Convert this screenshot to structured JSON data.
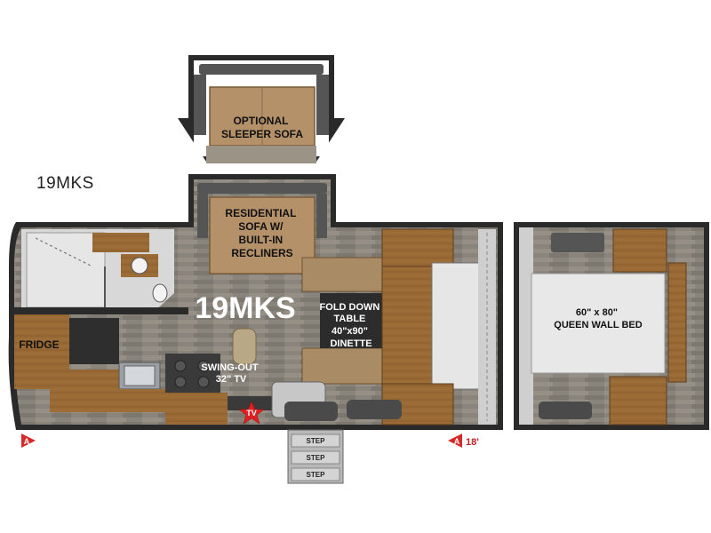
{
  "model_caption": "19MKS",
  "plan_labels": {
    "optional_sofa": [
      "OPTIONAL",
      "SLEEPER SOFA"
    ],
    "residential_sofa": [
      "RESIDENTIAL",
      "SOFA W/",
      "BUILT-IN",
      "RECLINERS"
    ],
    "model_big": "19MKS",
    "fold_down_table": [
      "FOLD DOWN",
      "TABLE",
      "40\"x90\"",
      "DINETTE"
    ],
    "fridge": "FRIDGE",
    "swing_out_tv": [
      "SWING-OUT",
      "32\" TV"
    ],
    "tv_marker": "TV",
    "queen_bed": [
      "60\" x 80\"",
      "QUEEN WALL BED"
    ],
    "step_labels": [
      "STEP",
      "STEP",
      "STEP"
    ],
    "section_marker_left": "A",
    "section_marker_right": "A",
    "length_label": "18'"
  },
  "colors": {
    "wall": "#1e1e1e",
    "wood": "#9a6a35",
    "wood_dark": "#6e4a22",
    "floor": "#8a857c",
    "cushion": "#b59a76",
    "bed_white": "#e8e8e8",
    "accent_red": "#d62a2a",
    "star_red": "#e02020"
  }
}
